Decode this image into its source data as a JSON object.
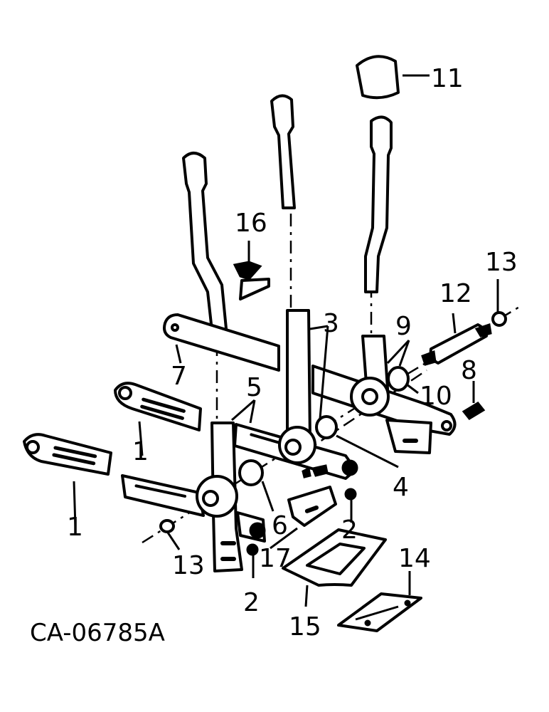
{
  "diagram": {
    "drawing_number": "CA-06785A",
    "callouts": {
      "c1a": "1",
      "c1b": "1",
      "c2a": "2",
      "c2b": "2",
      "c3": "3",
      "c4": "4",
      "c5": "5",
      "c6": "6",
      "c7": "7",
      "c8": "8",
      "c9": "9",
      "c10": "10",
      "c11": "11",
      "c12": "12",
      "c13a": "13",
      "c13b": "13",
      "c14": "14",
      "c15": "15",
      "c16": "16",
      "c17": "17"
    }
  }
}
